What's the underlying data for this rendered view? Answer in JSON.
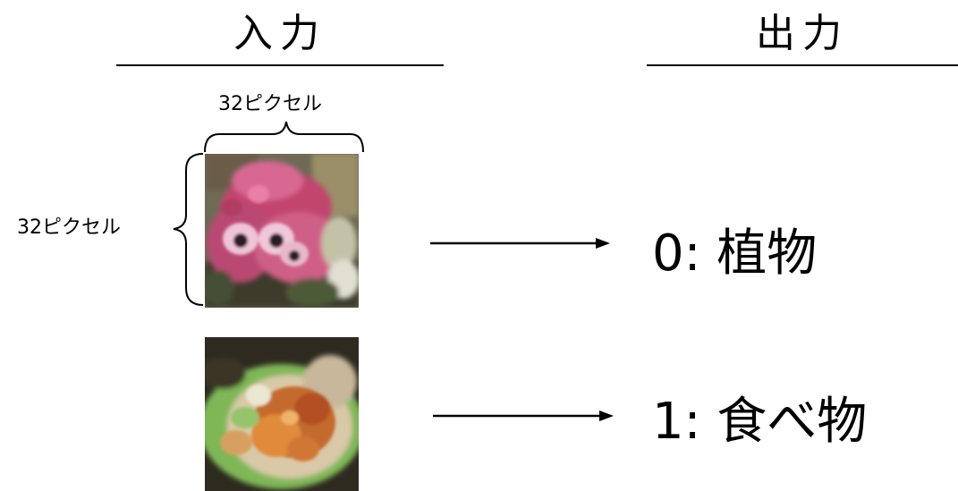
{
  "headings": {
    "input": "入力",
    "output": "出力"
  },
  "dimensions": {
    "width_label": "32ピクセル",
    "height_label": "32ピクセル"
  },
  "examples": [
    {
      "image": "flower-photo",
      "output_label": "0: 植物"
    },
    {
      "image": "food-photo",
      "output_label": "1: 食べ物"
    }
  ],
  "colors": {
    "line": "#000000",
    "background": "#ffffff"
  }
}
